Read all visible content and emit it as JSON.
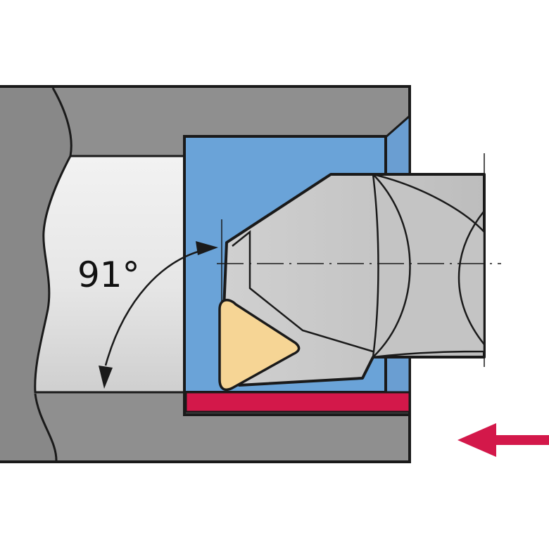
{
  "diagram": {
    "angle_label": "91°",
    "colors": {
      "workpiece": "#8f8f8f",
      "bore": "#e4e4e4",
      "holder_blue": "#6aa3d8",
      "tool_body": "#c8c8c8",
      "insert": "#f6d595",
      "accent_red": "#d3184a",
      "outline": "#1a1a1a"
    },
    "parts": [
      "workpiece",
      "bore",
      "boring-bar-holder",
      "tool-shank",
      "insert",
      "contact-strip",
      "feed-arrow"
    ]
  }
}
